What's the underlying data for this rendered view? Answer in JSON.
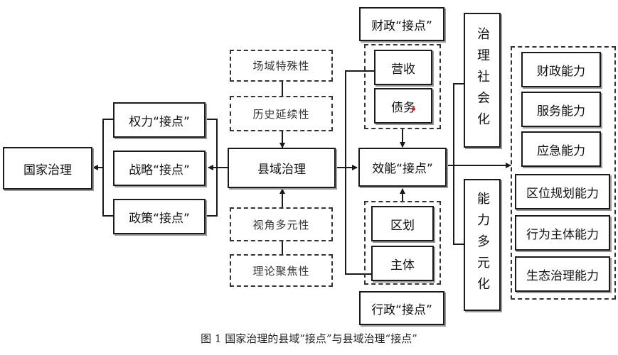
{
  "nodes": {
    "national": "国家治理",
    "power": "权力“接点”",
    "strategy": "战略“接点”",
    "policy": "政策“接点”",
    "county": "县域治理",
    "site": "场域特殊性",
    "history": "历史延续性",
    "perspective": "视角多元性",
    "theory": "理论聚焦性",
    "fiscal_node": "财政“接点”",
    "revenue": "营收",
    "debt": "债务",
    "efficiency": "效能“接点”",
    "division": "区划",
    "subject": "主体",
    "admin_node": "行政“接点”",
    "gov_social": "治理社会化",
    "cap_diverse": "能力多元化"
  },
  "capabilities": [
    "财政能力",
    "服务能力",
    "应急能力",
    "区位规划能力",
    "行为主体能力",
    "生态治理能力"
  ],
  "caption": "图 1  国家治理的县域“接点”与县域治理“接点”"
}
